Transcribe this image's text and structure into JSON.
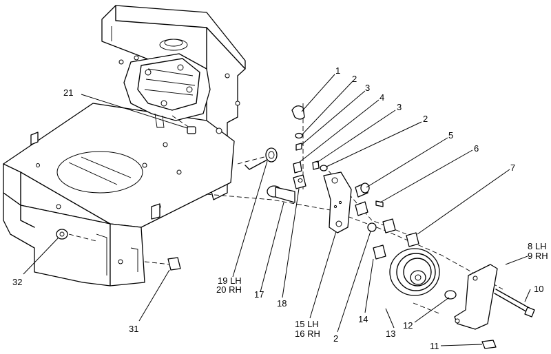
{
  "callouts": [
    {
      "id": "c1",
      "text": "1"
    },
    {
      "id": "c2a",
      "text": "2"
    },
    {
      "id": "c3a",
      "text": "3"
    },
    {
      "id": "c4",
      "text": "4"
    },
    {
      "id": "c3b",
      "text": "3"
    },
    {
      "id": "c2b",
      "text": "2"
    },
    {
      "id": "c5",
      "text": "5"
    },
    {
      "id": "c6",
      "text": "6"
    },
    {
      "id": "c7",
      "text": "7"
    },
    {
      "id": "c8",
      "text": "8 LH"
    },
    {
      "id": "c9",
      "text": "9 RH"
    },
    {
      "id": "c10",
      "text": "10"
    },
    {
      "id": "c11",
      "text": "11"
    },
    {
      "id": "c12",
      "text": "12"
    },
    {
      "id": "c13",
      "text": "13"
    },
    {
      "id": "c14",
      "text": "14"
    },
    {
      "id": "c2c",
      "text": "2"
    },
    {
      "id": "c15",
      "text": "15 LH"
    },
    {
      "id": "c16",
      "text": "16 RH"
    },
    {
      "id": "c18",
      "text": "18"
    },
    {
      "id": "c17",
      "text": "17"
    },
    {
      "id": "c19",
      "text": "19 LH"
    },
    {
      "id": "c20",
      "text": "20 RH"
    },
    {
      "id": "c21",
      "text": "21"
    },
    {
      "id": "c31",
      "text": "31"
    },
    {
      "id": "c32",
      "text": "32"
    }
  ]
}
